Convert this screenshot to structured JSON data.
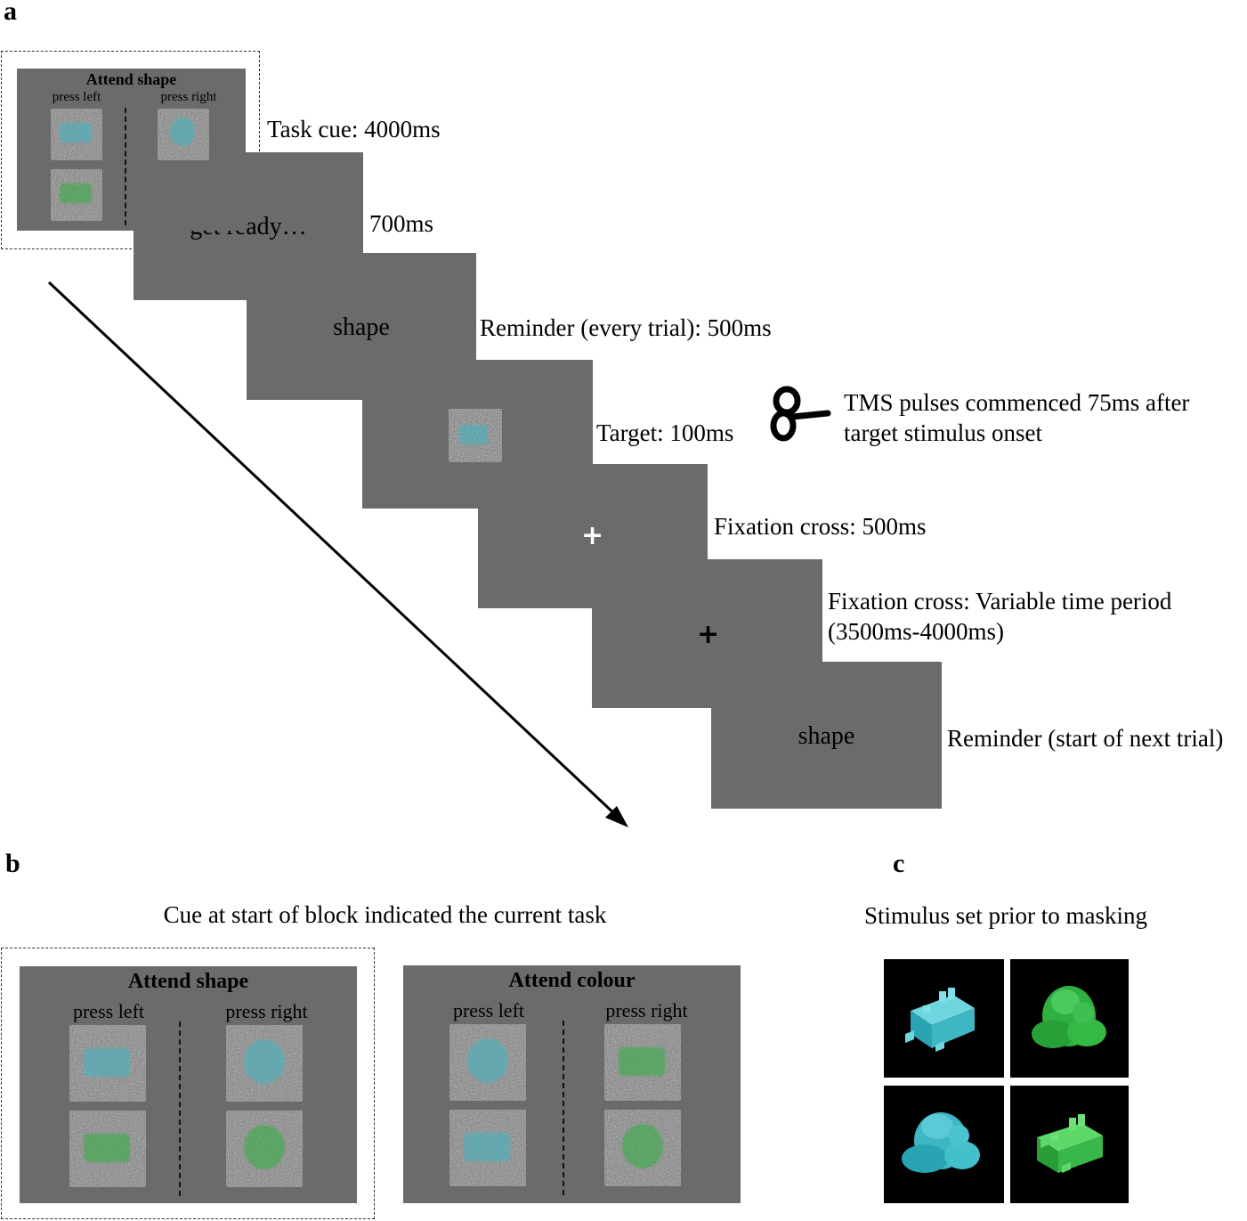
{
  "panel_a": {
    "letter": "a",
    "cue_screen": {
      "title": "Attend shape",
      "left": "press left",
      "right": "press right"
    },
    "screens": {
      "get_ready": "get ready…",
      "reminder": "shape",
      "fixation_white": "+",
      "fixation_black": "+",
      "reminder_next": "shape"
    },
    "labels": {
      "task_cue": "Task cue: 4000ms",
      "get_ready": "700ms",
      "reminder": "Reminder (every trial): 500ms",
      "target": "Target: 100ms",
      "fixation1": "Fixation cross: 500ms",
      "fixation2_line1": "Fixation cross: Variable time period",
      "fixation2_line2": "(3500ms-4000ms)",
      "reminder_next": "Reminder (start of next trial)"
    },
    "tms": {
      "icon": "tms-coil-icon",
      "line1": "TMS pulses commenced 75ms after",
      "line2": "target stimulus onset"
    }
  },
  "panel_b": {
    "letter": "b",
    "heading": "Cue at start of block indicated the current task",
    "cues": [
      {
        "title": "Attend shape",
        "left": "press left",
        "right": "press right"
      },
      {
        "title": "Attend colour",
        "left": "press left",
        "right": "press right"
      }
    ]
  },
  "panel_c": {
    "letter": "c",
    "heading": "Stimulus set prior to masking",
    "stimuli": [
      {
        "shape": "cube-like object",
        "color": "#3fb6c4"
      },
      {
        "shape": "blob object",
        "color": "#2fb040"
      },
      {
        "shape": "blob object",
        "color": "#3fb6c4"
      },
      {
        "shape": "cube-like object",
        "color": "#2fb040"
      }
    ]
  },
  "colors": {
    "screen": "#6b6b6b",
    "cyan": "#3fb6c4",
    "green": "#2fb040"
  }
}
